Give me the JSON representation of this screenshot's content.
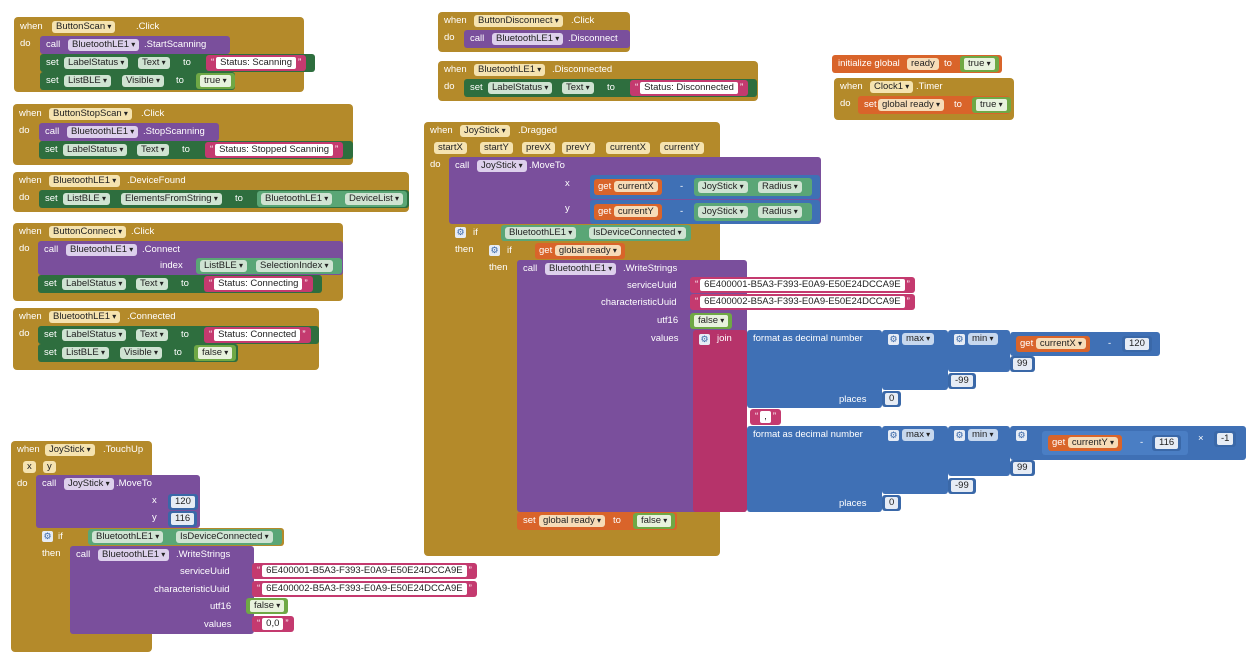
{
  "kw": {
    "when": "when",
    "do": "do",
    "call": "call",
    "set": "set",
    "to": "to",
    "get": "get",
    "if": "if",
    "then": "then",
    "join": "join",
    "fmt": "format as decimal number",
    "places": "places",
    "max": "max",
    "min": "min",
    "minus": "-",
    "times": "×",
    "init": "initialize global"
  },
  "comp": {
    "bt": "BluetoothLE1",
    "labelStatus": "LabelStatus",
    "listBle": "ListBLE",
    "joystick": "JoyStick",
    "clock": "Clock1"
  },
  "evts": {
    "click": ".Click",
    "deviceFound": ".DeviceFound",
    "connected": ".Connected",
    "disconnected": ".Disconnected",
    "dragged": ".Dragged",
    "touchUp": ".TouchUp",
    "timer": ".Timer"
  },
  "btns": {
    "scan": "ButtonScan",
    "stop": "ButtonStopScan",
    "connect": "ButtonConnect",
    "disconnect": "ButtonDisconnect"
  },
  "methods": {
    "startScanning": ".StartScanning",
    "stopScanning": ".StopScanning",
    "connect": ".Connect",
    "disconnect": ".Disconnect",
    "moveTo": ".MoveTo",
    "writeStrings": ".WriteStrings"
  },
  "props": {
    "text": "Text",
    "visible": "Visible",
    "elementsFromString": "ElementsFromString",
    "deviceList": "DeviceList",
    "selectionIndex": "SelectionIndex",
    "radius": "Radius",
    "isDeviceConnected": "IsDeviceConnected"
  },
  "sockets": {
    "index": "index",
    "x": "x",
    "y": "y",
    "serviceUuid": "serviceUuid",
    "characteristicUuid": "characteristicUuid",
    "utf16": "utf16",
    "values": "values"
  },
  "params": {
    "startX": "startX",
    "startY": "startY",
    "prevX": "prevX",
    "prevY": "prevY",
    "currentX": "currentX",
    "currentY": "currentY",
    "x": "x",
    "y": "y"
  },
  "vars": {
    "globalReady": "global ready",
    "ready": "ready"
  },
  "strings": {
    "scanning": "Status: Scanning",
    "stopped": "Status: Stopped Scanning",
    "connecting": "Status: Connecting",
    "connected": "Status: Connected",
    "disconnected": "Status: Disconnected",
    "svc": "6E400001-B5A3-F393-E0A9-E50E24DCCA9E",
    "chr": "6E400002-B5A3-F393-E0A9-E50E24DCCA9E",
    "comma": ",",
    "zero": "0,0"
  },
  "bools": {
    "t": "true",
    "f": "false"
  },
  "nums": {
    "n120": "120",
    "n116": "116",
    "n99": "99",
    "nm99": "-99",
    "n0": "0",
    "nm1": "-1"
  },
  "colors": {
    "event": "#b48a2a",
    "component": "#7a4f9c",
    "setter": "#2e6e3e",
    "text": "#c43a6f",
    "logic": "#6fa845",
    "math": "#3a68a8",
    "variable": "#d9642a"
  }
}
